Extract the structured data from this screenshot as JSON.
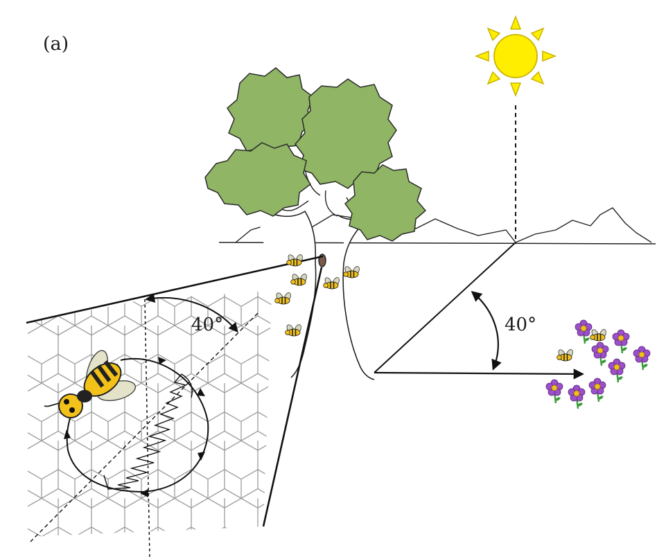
{
  "figure": {
    "panel_label": "(a)",
    "hive_angle_label": "40°",
    "field_angle_label": "40°"
  },
  "colors": {
    "leaf": "#8fb565",
    "sun": "#ffee00",
    "sun_stroke": "#c8b400",
    "bee_body": "#f2c21a",
    "flower": "#9b4fc8",
    "flower_center": "#f2c21a",
    "stem": "#3a9a3a",
    "comb": "#9a9a9a"
  },
  "icons": [
    "sun-icon",
    "tree-icon",
    "bee-icon",
    "flower-icon",
    "honeycomb-icon"
  ]
}
